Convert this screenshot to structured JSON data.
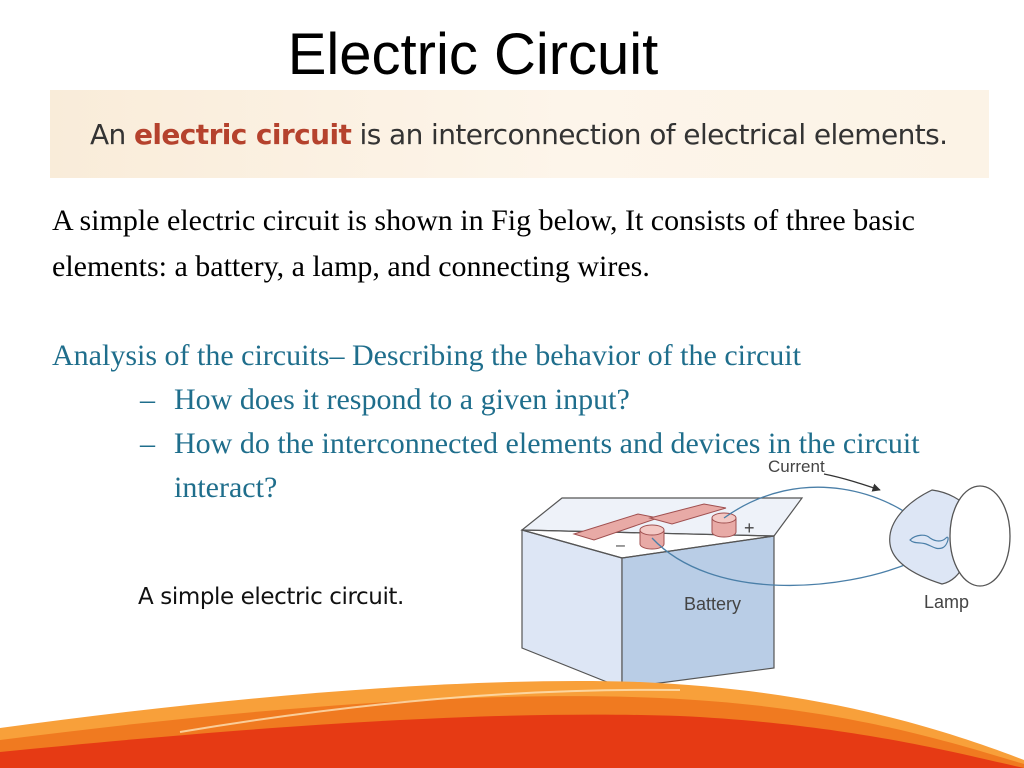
{
  "slide": {
    "title": "Electric Circuit",
    "definition": {
      "prefix": "An ",
      "emphasis": "electric circuit",
      "suffix": " is an interconnection of electrical elements."
    },
    "paragraph": "A simple electric circuit is shown in Fig below, It consists of three basic elements: a battery, a lamp, and connecting wires.",
    "analysis": {
      "heading": "Analysis of the circuits– Describing the behavior of the circuit",
      "bullets": [
        "How does it respond to a given input?",
        "How do the interconnected elements and devices in the circuit interact?"
      ],
      "bullet_marker": "–"
    },
    "caption": "A simple electric circuit.",
    "figure": {
      "current_label": "Current",
      "battery_label": "Battery",
      "lamp_label": "Lamp",
      "plus_sign": "+",
      "minus_sign": "–"
    }
  },
  "colors": {
    "definition_emphasis": "#b5422d",
    "analysis_text": "#1f6e8c",
    "banner_bg": "#f9ecd9",
    "battery_front": "#dde6f5",
    "battery_side": "#b9cde6",
    "terminal_red": "#e8aaa6",
    "wire": "#4a7fa8",
    "wave_orange": "#f07a20",
    "wave_red": "#e63a14"
  }
}
